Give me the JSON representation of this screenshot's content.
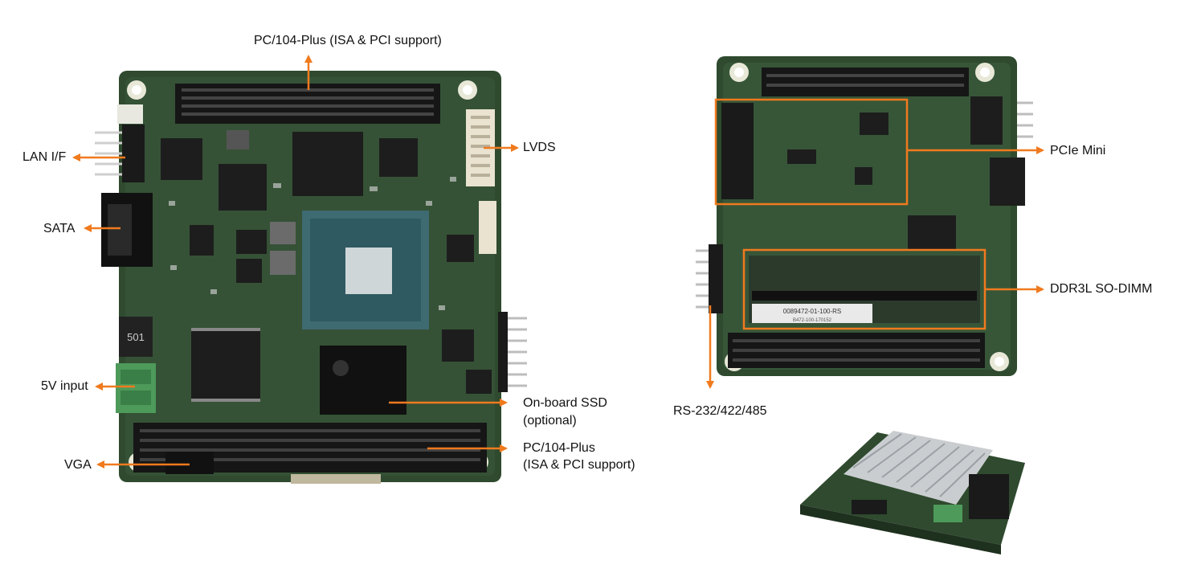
{
  "colors": {
    "callout": "#f07a1e",
    "pcb": "#2f4a2e",
    "pcb_light": "#3f6a40",
    "chip": "#1d1d1d",
    "header": "#161616"
  },
  "callouts": {
    "pc104_top": "PC/104-Plus (ISA & PCI support)",
    "lan": "LAN I/F",
    "lvds": "LVDS",
    "sata": "SATA",
    "power": "5V input",
    "ssd_line1": "On-board SSD",
    "ssd_line2": "(optional)",
    "pc104_bottom_line1": "PC/104-Plus",
    "pc104_bottom_line2": "(ISA & PCI support)",
    "vga": "VGA",
    "pcie_mini": "PCIe Mini",
    "ddr3l": "DDR3L SO-DIMM",
    "serial": "RS-232/422/485"
  },
  "board_print": {
    "dimm_label_1": "0089472-01-100-RS",
    "dimm_label_2": "B472-100-170152",
    "inductor": "501"
  }
}
